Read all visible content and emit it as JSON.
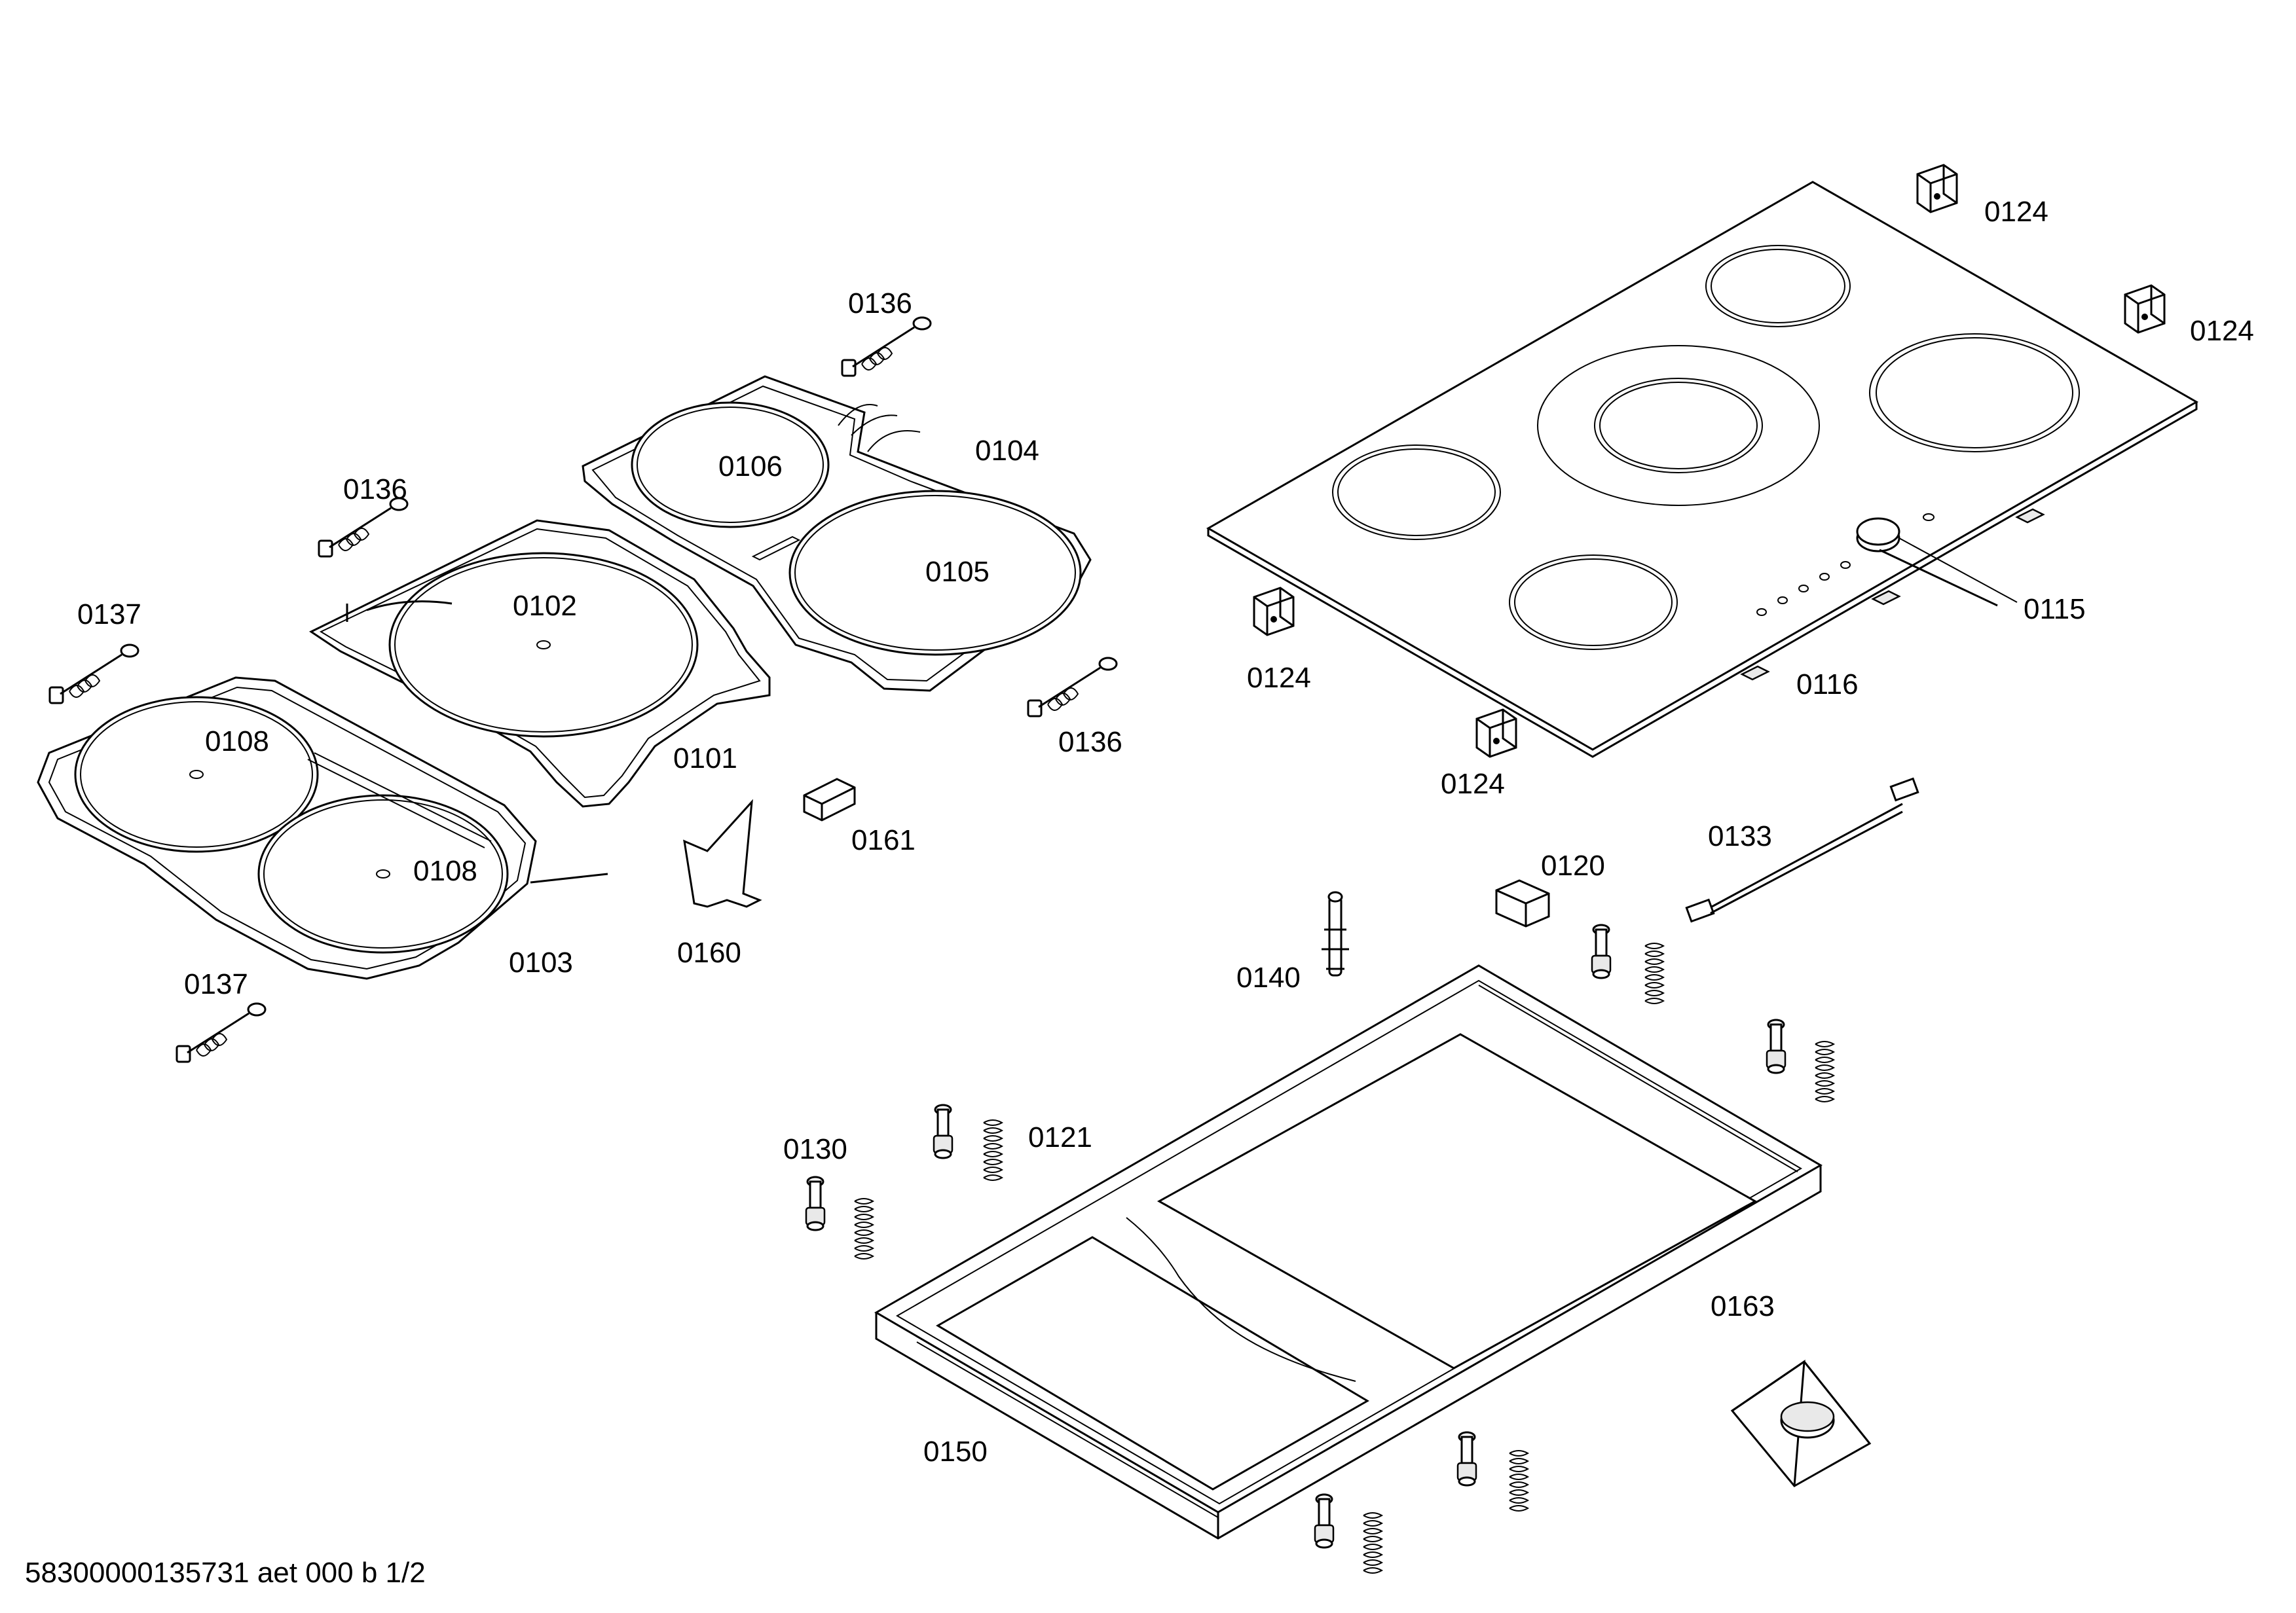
{
  "drawing_id": "58300000135731 aet 000 b 1/2",
  "callouts": [
    {
      "id": "c0124a",
      "text": "0124"
    },
    {
      "id": "c0124b",
      "text": "0124"
    },
    {
      "id": "c0124c",
      "text": "0124"
    },
    {
      "id": "c0124d",
      "text": "0124"
    },
    {
      "id": "c0115",
      "text": "0115"
    },
    {
      "id": "c0116",
      "text": "0116"
    },
    {
      "id": "c0136a",
      "text": "0136"
    },
    {
      "id": "c0136b",
      "text": "0136"
    },
    {
      "id": "c0136c",
      "text": "0136"
    },
    {
      "id": "c0137a",
      "text": "0137"
    },
    {
      "id": "c0137b",
      "text": "0137"
    },
    {
      "id": "c0106",
      "text": "0106"
    },
    {
      "id": "c0104",
      "text": "0104"
    },
    {
      "id": "c0105",
      "text": "0105"
    },
    {
      "id": "c0102",
      "text": "0102"
    },
    {
      "id": "c0101",
      "text": "0101"
    },
    {
      "id": "c0108a",
      "text": "0108"
    },
    {
      "id": "c0108b",
      "text": "0108"
    },
    {
      "id": "c0103",
      "text": "0103"
    },
    {
      "id": "c0161",
      "text": "0161"
    },
    {
      "id": "c0160",
      "text": "0160"
    },
    {
      "id": "c0133",
      "text": "0133"
    },
    {
      "id": "c0120",
      "text": "0120"
    },
    {
      "id": "c0140",
      "text": "0140"
    },
    {
      "id": "c0121",
      "text": "0121"
    },
    {
      "id": "c0130",
      "text": "0130"
    },
    {
      "id": "c0163",
      "text": "0163"
    },
    {
      "id": "c0150",
      "text": "0150"
    }
  ]
}
